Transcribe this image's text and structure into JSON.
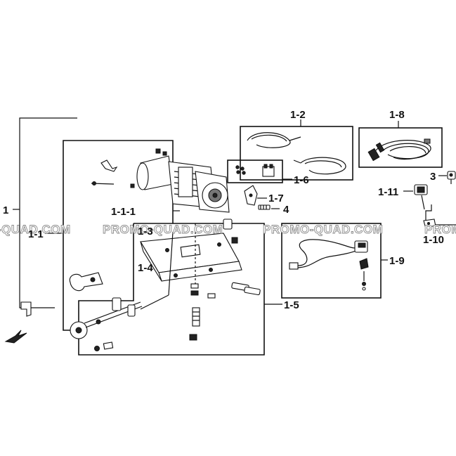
{
  "labels": {
    "l1": "1",
    "l1_1": "1-1",
    "l1_1_1": "1-1-1",
    "l1_2": "1-2",
    "l1_3": "1-3",
    "l1_4": "1-4",
    "l1_5": "1-5",
    "l1_6": "1-6",
    "l1_7": "1-7",
    "l1_8": "1-8",
    "l1_9": "1-9",
    "l1_10": "1-10",
    "l1_11": "1-11",
    "l3": "3",
    "l4": "4"
  },
  "watermark": {
    "left_fragment": "-QUAD.COM",
    "center": "PROMO-QUAD.COM",
    "right": "PROMO-QUAD.COM",
    "right_fragment": "PROMO-QUA"
  }
}
